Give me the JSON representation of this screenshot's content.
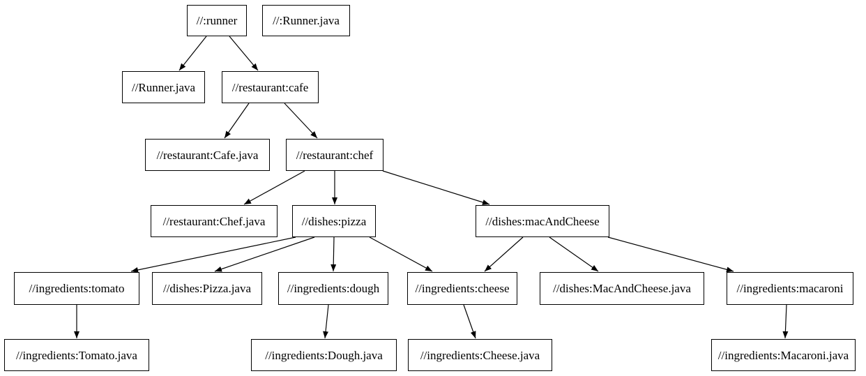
{
  "graph": {
    "type": "directed-dependency-graph",
    "colors": {
      "background": "#ffffff",
      "node_fill": "#ffffff",
      "node_border": "#000000",
      "edge": "#000000",
      "text": "#000000"
    },
    "nodes": [
      {
        "id": "runner",
        "label": "//:runner"
      },
      {
        "id": "runner_java_top",
        "label": "//:Runner.java"
      },
      {
        "id": "runner_java",
        "label": "//Runner.java"
      },
      {
        "id": "cafe",
        "label": "//restaurant:cafe"
      },
      {
        "id": "cafe_java",
        "label": "//restaurant:Cafe.java"
      },
      {
        "id": "chef",
        "label": "//restaurant:chef"
      },
      {
        "id": "chef_java",
        "label": "//restaurant:Chef.java"
      },
      {
        "id": "pizza",
        "label": "//dishes:pizza"
      },
      {
        "id": "mac",
        "label": "//dishes:macAndCheese"
      },
      {
        "id": "tomato",
        "label": "//ingredients:tomato"
      },
      {
        "id": "pizza_java",
        "label": "//dishes:Pizza.java"
      },
      {
        "id": "dough",
        "label": "//ingredients:dough"
      },
      {
        "id": "cheese",
        "label": "//ingredients:cheese"
      },
      {
        "id": "mac_java",
        "label": "//dishes:MacAndCheese.java"
      },
      {
        "id": "macaroni",
        "label": "//ingredients:macaroni"
      },
      {
        "id": "tomato_java",
        "label": "//ingredients:Tomato.java"
      },
      {
        "id": "dough_java",
        "label": "//ingredients:Dough.java"
      },
      {
        "id": "cheese_java",
        "label": "//ingredients:Cheese.java"
      },
      {
        "id": "macaroni_java",
        "label": "//ingredients:Macaroni.java"
      }
    ],
    "edges": [
      {
        "from": "runner",
        "to": "runner_java"
      },
      {
        "from": "runner",
        "to": "cafe"
      },
      {
        "from": "cafe",
        "to": "cafe_java"
      },
      {
        "from": "cafe",
        "to": "chef"
      },
      {
        "from": "chef",
        "to": "chef_java"
      },
      {
        "from": "chef",
        "to": "pizza"
      },
      {
        "from": "chef",
        "to": "mac"
      },
      {
        "from": "pizza",
        "to": "tomato"
      },
      {
        "from": "pizza",
        "to": "pizza_java"
      },
      {
        "from": "pizza",
        "to": "dough"
      },
      {
        "from": "pizza",
        "to": "cheese"
      },
      {
        "from": "mac",
        "to": "cheese"
      },
      {
        "from": "mac",
        "to": "mac_java"
      },
      {
        "from": "mac",
        "to": "macaroni"
      },
      {
        "from": "tomato",
        "to": "tomato_java"
      },
      {
        "from": "dough",
        "to": "dough_java"
      },
      {
        "from": "cheese",
        "to": "cheese_java"
      },
      {
        "from": "macaroni",
        "to": "macaroni_java"
      }
    ]
  }
}
